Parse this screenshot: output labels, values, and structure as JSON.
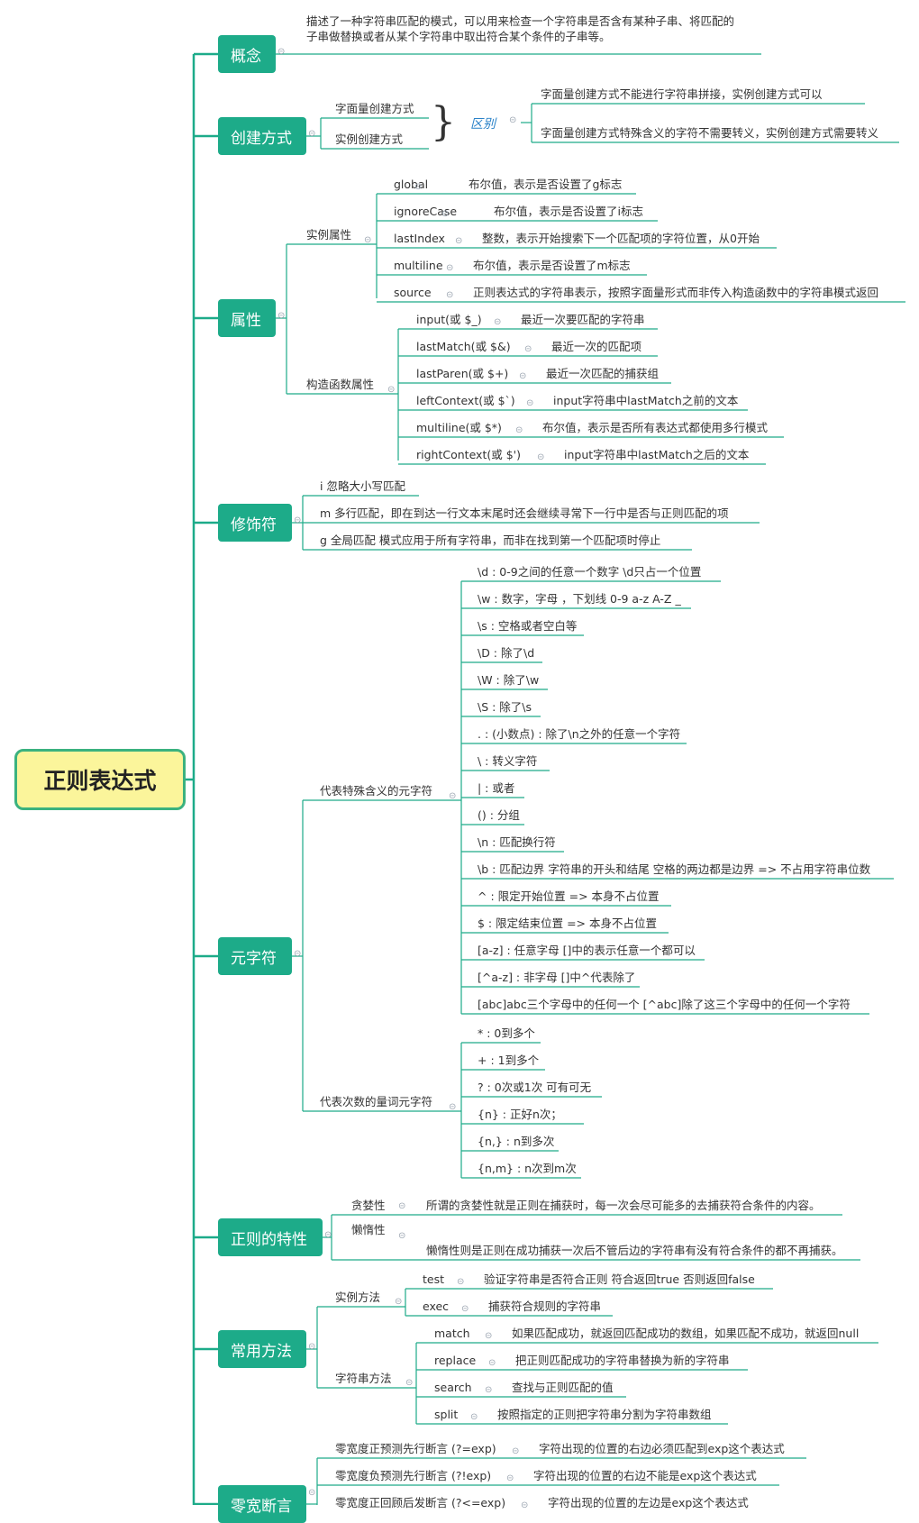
{
  "root": {
    "title": "正则表达式"
  },
  "topics": [
    {
      "id": "concept",
      "label": "概念"
    },
    {
      "id": "create",
      "label": "创建方式"
    },
    {
      "id": "props",
      "label": "属性"
    },
    {
      "id": "modifier",
      "label": "修饰符"
    },
    {
      "id": "meta",
      "label": "元字符"
    },
    {
      "id": "traits",
      "label": "正则的特性"
    },
    {
      "id": "methods",
      "label": "常用方法"
    },
    {
      "id": "assert",
      "label": "零宽断言"
    }
  ],
  "concept": {
    "desc_line1": "描述了一种字符串匹配的模式，可以用来检查一个字符串是否含有某种子串、将匹配的",
    "desc_line2": "子串做替换或者从某个字符串中取出符合某个条件的子串等。"
  },
  "create": {
    "methods": [
      "字面量创建方式",
      "实例创建方式"
    ],
    "diff_label": "区别",
    "diffs": [
      "字面量创建方式不能进行字符串拼接，实例创建方式可以",
      "字面量创建方式特殊含义的字符不需要转义，实例创建方式需要转义"
    ]
  },
  "props": {
    "instance_label": "实例属性",
    "instance": [
      {
        "name": "global",
        "desc": "布尔值，表示是否设置了g标志"
      },
      {
        "name": "ignoreCase",
        "desc": "布尔值，表示是否设置了i标志"
      },
      {
        "name": "lastIndex",
        "desc": "整数，表示开始搜索下一个匹配项的字符位置，从0开始"
      },
      {
        "name": "multiline",
        "desc": "布尔值，表示是否设置了m标志"
      },
      {
        "name": "source",
        "desc": "正则表达式的字符串表示，按照字面量形式而非传入构造函数中的字符串模式返回"
      }
    ],
    "ctor_label": "构造函数属性",
    "ctor": [
      {
        "name": "input(或 $_)",
        "desc": "最近一次要匹配的字符串"
      },
      {
        "name": "lastMatch(或 $&)",
        "desc": "最近一次的匹配项"
      },
      {
        "name": "lastParen(或 $+)",
        "desc": "最近一次匹配的捕获组"
      },
      {
        "name": "leftContext(或 $`)",
        "desc": "input字符串中lastMatch之前的文本"
      },
      {
        "name": "multiline(或 $*)",
        "desc": "布尔值，表示是否所有表达式都使用多行模式"
      },
      {
        "name": "rightContext(或 $')",
        "desc": "input字符串中lastMatch之后的文本"
      }
    ]
  },
  "modifier": {
    "items": [
      "i  忽略大小写匹配",
      "m  多行匹配，即在到达一行文本末尾时还会继续寻常下一行中是否与正则匹配的项",
      "g  全局匹配 模式应用于所有字符串，而非在找到第一个匹配项时停止"
    ]
  },
  "meta": {
    "special_label": "代表特殊含义的元字符",
    "special": [
      "\\d : 0-9之间的任意一个数字  \\d只占一个位置",
      "\\w : 数字，字母 ，下划线 0-9 a-z A-Z _",
      "\\s : 空格或者空白等",
      "\\D : 除了\\d",
      "\\W : 除了\\w",
      "\\S : 除了\\s",
      " . : (小数点) : 除了\\n之外的任意一个字符",
      " \\ : 转义字符",
      " | : 或者",
      "() : 分组",
      "\\n : 匹配换行符",
      "\\b : 匹配边界 字符串的开头和结尾 空格的两边都是边界 => 不占用字符串位数",
      " ^ : 限定开始位置 => 本身不占位置",
      " $ : 限定结束位置 => 本身不占位置",
      "[a-z] : 任意字母 []中的表示任意一个都可以",
      "[^a-z] : 非字母 []中^代表除了",
      "[abc]abc三个字母中的任何一个 [^abc]除了这三个字母中的任何一个字符"
    ],
    "quant_label": "代表次数的量词元字符",
    "quant": [
      " * : 0到多个",
      " + : 1到多个",
      " ? : 0次或1次 可有可无",
      "{n} : 正好n次；",
      "{n,} : n到多次",
      "{n,m} : n次到m次"
    ]
  },
  "traits": {
    "items": [
      {
        "name": "贪婪性",
        "desc": "所谓的贪婪性就是正则在捕获时，每一次会尽可能多的去捕获符合条件的内容。"
      },
      {
        "name": "懒惰性",
        "desc": "懒惰性则是正则在成功捕获一次后不管后边的字符串有没有符合条件的都不再捕获。"
      }
    ]
  },
  "methods": {
    "instance_label": "实例方法",
    "instance": [
      {
        "name": "test",
        "desc": "验证字符串是否符合正则 符合返回true 否则返回false"
      },
      {
        "name": "exec",
        "desc": "捕获符合规则的字符串"
      }
    ],
    "string_label": "字符串方法",
    "string": [
      {
        "name": "match",
        "desc": "如果匹配成功，就返回匹配成功的数组，如果匹配不成功，就返回null"
      },
      {
        "name": "replace",
        "desc": "把正则匹配成功的字符串替换为新的字符串"
      },
      {
        "name": "search",
        "desc": "查找与正则匹配的值"
      },
      {
        "name": "split",
        "desc": "按照指定的正则把字符串分割为字符串数组"
      }
    ]
  },
  "assert": {
    "items": [
      {
        "name": "零宽度正预测先行断言 (?=exp)",
        "desc": "字符出现的位置的右边必须匹配到exp这个表达式"
      },
      {
        "name": "零宽度负预测先行断言 (?!exp)",
        "desc": "字符出现的位置的右边不能是exp这个表达式"
      },
      {
        "name": "零宽度正回顾后发断言 (?<=exp)",
        "desc": "字符出现的位置的左边是exp这个表达式"
      }
    ]
  }
}
